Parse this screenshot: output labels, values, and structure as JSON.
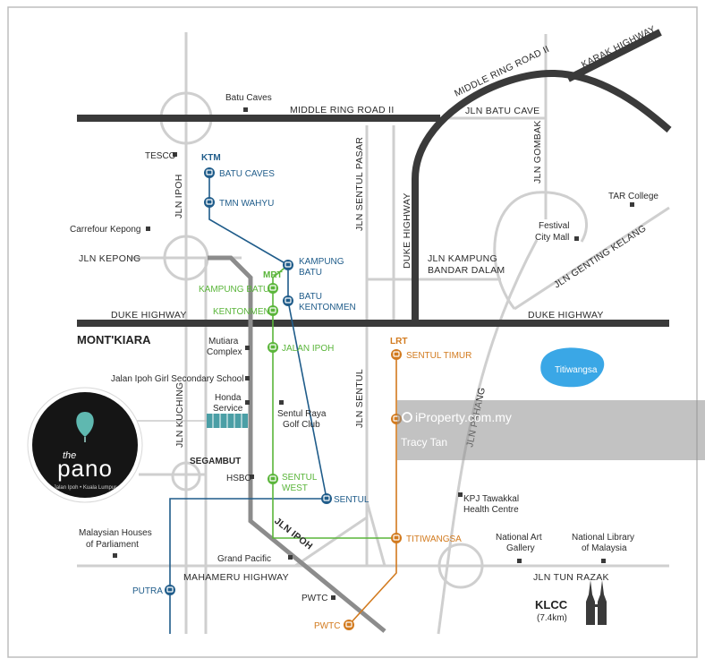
{
  "roads": {
    "middle_ring_top": "MIDDLE RING ROAD II",
    "middle_ring_diag": "MIDDLE RING ROAD II",
    "karak": "KARAK HIGHWAY",
    "jln_batu_cave": "JLN BATU CAVE",
    "jln_gombak": "JLN GOMBAK",
    "jln_ipoh_v": "JLN IPOH",
    "jln_sentul_pasar": "JLN SENTUL PASAR",
    "duke_highway_v": "DUKE HIGHWAY",
    "jln_kepong": "JLN KEPONG",
    "jln_kampung_1": "JLN KAMPUNG",
    "jln_kampung_2": "BANDAR DALAM",
    "jln_genting": "JLN GENTING KELANG",
    "duke_highway_left": "DUKE HIGHWAY",
    "duke_highway_right": "DUKE HIGHWAY",
    "jln_sentul": "JLN SENTUL",
    "jln_kuching": "JLN KUCHING",
    "jln_pahang": "JLN PAHANG",
    "jln_ipoh_diag": "JLN IPOH",
    "mahameru": "MAHAMERU HIGHWAY",
    "jln_tun_razak": "JLN TUN RAZAK"
  },
  "places": {
    "batu_caves": "Batu Caves",
    "tesco": "TESCO",
    "carrefour": "Carrefour Kepong",
    "tar_college": "TAR College",
    "festival_1": "Festival",
    "festival_2": "City Mall",
    "mont_kiara": "MONT'KIARA",
    "mutiara_1": "Mutiara",
    "mutiara_2": "Complex",
    "jalan_ipoh_school": "Jalan Ipoh Girl Secondary School",
    "honda_1": "Honda",
    "honda_2": "Service",
    "sentul_raya_1": "Sentul Raya",
    "sentul_raya_2": "Golf Club",
    "segambut": "SEGAMBUT",
    "hsbc": "HSBC",
    "kpj_1": "KPJ Tawakkal",
    "kpj_2": "Health Centre",
    "parliament_1": "Malaysian Houses",
    "parliament_2": "of Parliament",
    "grand_pacific": "Grand Pacific",
    "national_art_1": "National Art",
    "national_art_2": "Gallery",
    "national_library_1": "National Library",
    "national_library_2": "of Malaysia",
    "pwtc": "PWTC",
    "klcc": "KLCC",
    "klcc_dist": "(7.4km)",
    "titiwangsa_lake": "Titiwangsa"
  },
  "ktm": {
    "label": "KTM",
    "batu_caves": "BATU CAVES",
    "tmn_wahyu": "TMN WAHYU",
    "kampung_batu_1": "KAMPUNG",
    "kampung_batu_2": "BATU",
    "batu_kentonmen_1": "BATU",
    "batu_kentonmen_2": "KENTONMEN",
    "sentul": "SENTUL",
    "putra": "PUTRA"
  },
  "mrt": {
    "label": "MRT",
    "kampung_batu": "KAMPUNG BATU",
    "kentonmen": "KENTONMEN",
    "jalan_ipoh": "JALAN IPOH",
    "sentul_west_1": "SENTUL",
    "sentul_west_2": "WEST"
  },
  "lrt": {
    "label": "LRT",
    "sentul_timur": "SENTUL TIMUR",
    "titiwangsa": "TITIWANGSA",
    "pwtc": "PWTC"
  },
  "logo": {
    "the": "the",
    "name": "pano",
    "sub": "Jalan Ipoh • Kuala Lumpur"
  },
  "watermark": {
    "site": "iProperty.com.my",
    "agent": "Tracy Tan"
  },
  "colors": {
    "road_major": "#3a3a3a",
    "road_minor": "#cfcfcf",
    "ktm": "#1f5c8a",
    "mrt": "#5ab53a",
    "lrt": "#d27a1e",
    "lake": "#3aa7e6"
  }
}
